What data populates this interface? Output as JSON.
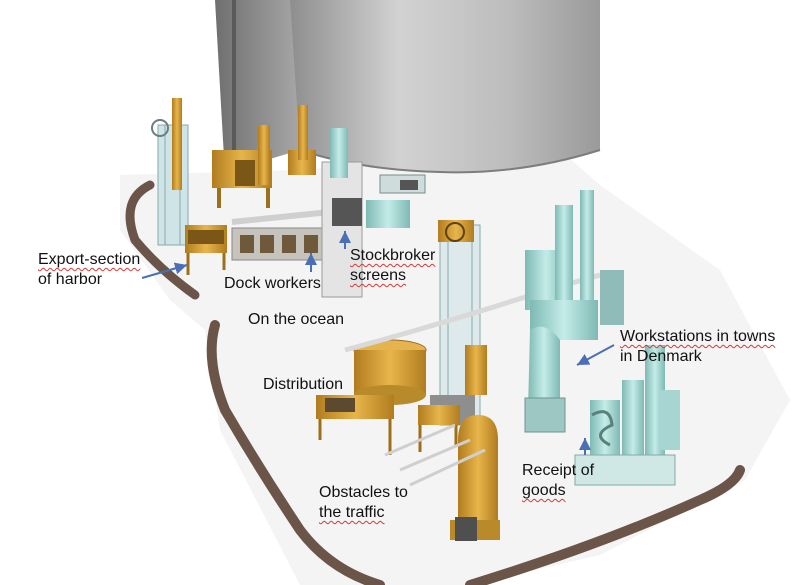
{
  "labels": {
    "export_section_line1": "Export-section",
    "export_section_line2": "of harbor",
    "dock_workers": "Dock workers",
    "stockbroker_line1": "Stockbroker",
    "stockbroker_line2": "screens",
    "on_the_ocean": "On the ocean",
    "workstations_line1": "Workstations in towns",
    "workstations_line2": "in Denmark",
    "distribution": "Distribution",
    "receipt_line1": "Receipt of",
    "receipt_line2": "goods",
    "obstacles_line1": "Obstacles to",
    "obstacles_line2": "the traffic"
  },
  "colors": {
    "arrow": "#4a6fb5",
    "machine_gold": "#d9a53b",
    "machine_teal": "#a8dad5",
    "wall_gray": "#b9b9b9",
    "track_brown": "#6b5548"
  }
}
